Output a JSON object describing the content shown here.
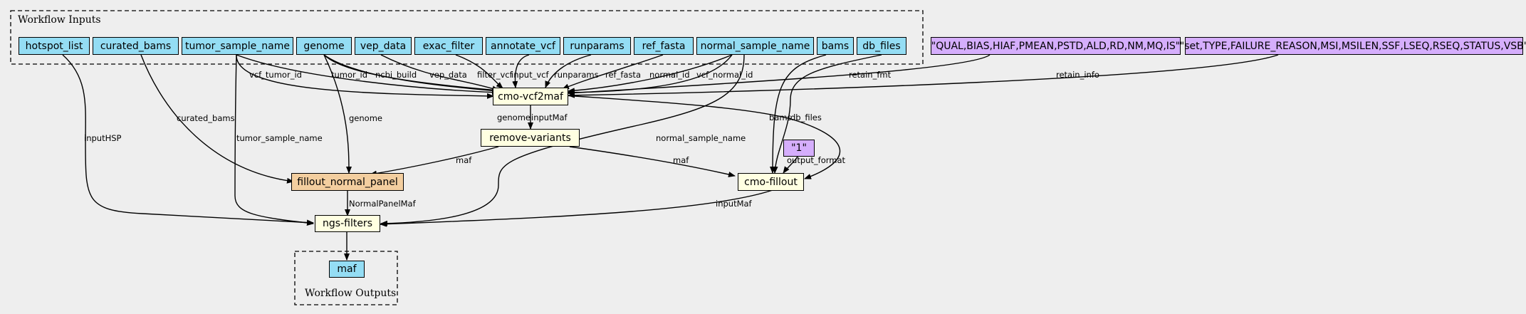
{
  "clusters": {
    "inputs_title": "Workflow Inputs",
    "outputs_title": "Workflow Outputs"
  },
  "inputs": {
    "hotspot_list": "hotspot_list",
    "curated_bams": "curated_bams",
    "tumor_sample_name": "tumor_sample_name",
    "genome": "genome",
    "vep_data": "vep_data",
    "exac_filter": "exac_filter",
    "annotate_vcf": "annotate_vcf",
    "runparams": "runparams",
    "ref_fasta": "ref_fasta",
    "normal_sample_name": "normal_sample_name",
    "bams": "bams",
    "db_files": "db_files"
  },
  "constants": {
    "retain_fmt_value": "\"QUAL,BIAS,HIAF,PMEAN,PSTD,ALD,RD,NM,MQ,IS\"",
    "retain_info_value": "\"set,TYPE,FAILURE_REASON,MSI,MSILEN,SSF,LSEQ,RSEQ,STATUS,VSB\"",
    "output_format_value": "\"1\""
  },
  "steps": {
    "cmo_vcf2maf": "cmo-vcf2maf",
    "remove_variants": "remove-variants",
    "fillout_normal_panel": "fillout_normal_panel",
    "cmo_fillout": "cmo-fillout",
    "ngs_filters": "ngs-filters"
  },
  "outputs": {
    "maf": "maf"
  },
  "edge_labels": {
    "vcf_tumor_id": "vcf_tumor_id",
    "tumor_id": "tumor_id",
    "ncbi_build": "ncbi_build",
    "vep_data": "vep_data",
    "filter_vcf": "filter_vcf",
    "input_vcf": "input_vcf",
    "runparams": "runparams",
    "ref_fasta": "ref_fasta",
    "normal_id": "normal_id",
    "vcf_normal_id": "vcf_normal_id",
    "retain_fmt": "retain_fmt",
    "retain_info": "retain_info",
    "curated_bams": "curated_bams",
    "inputHSP": "inputHSP",
    "tumor_sample_name": "tumor_sample_name",
    "genome_fillout": "genome",
    "genome_cmo_fillout": "genome",
    "inputMaf_remove": "inputMaf",
    "normal_sample_name": "normal_sample_name",
    "bams": "bams",
    "db_files": "db_files",
    "output_format": "output_format",
    "maf_fillout": "maf",
    "maf_cmo": "maf",
    "NormalPanelMaf": "NormalPanelMaf",
    "inputMaf_ngs": "inputMaf"
  },
  "colors": {
    "background": "#eeeeee",
    "input_node": "#94ddf4",
    "step_node": "#ffffe1",
    "subworkflow_node": "#f3ce9f",
    "constant_node": "#d5aefc"
  }
}
